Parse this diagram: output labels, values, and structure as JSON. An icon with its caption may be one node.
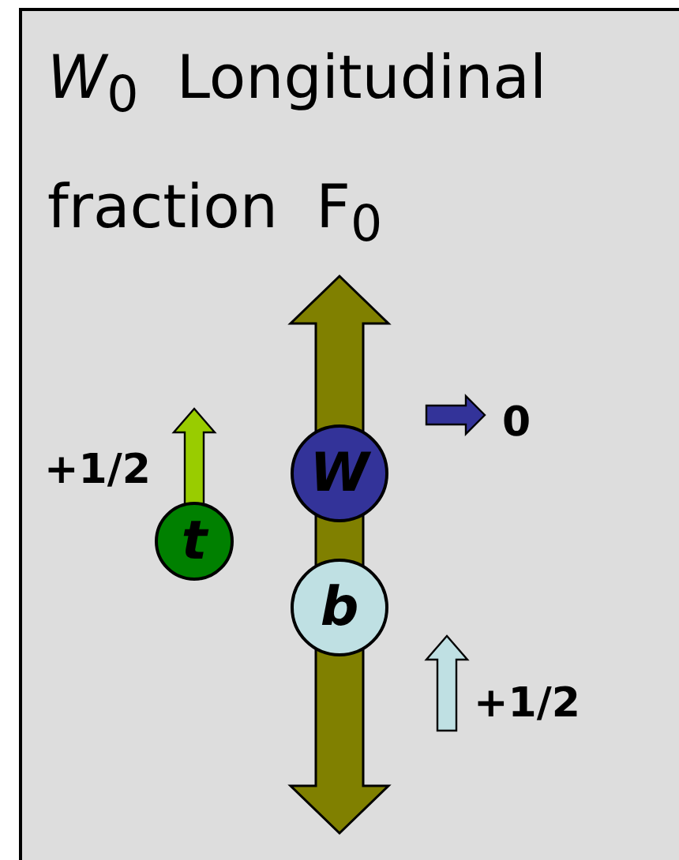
{
  "diagram": {
    "title": "*W*$_{0}$  Longitudinal fraction  F$_{0}$",
    "nodes": [
      {
        "text": [
          "W"
        ]
      },
      {
        "text": [
          "t"
        ]
      },
      {
        "text": [
          "b"
        ]
      }
    ],
    "labels": [
      "+1/2",
      "0",
      "+1/2"
    ]
  }
}
